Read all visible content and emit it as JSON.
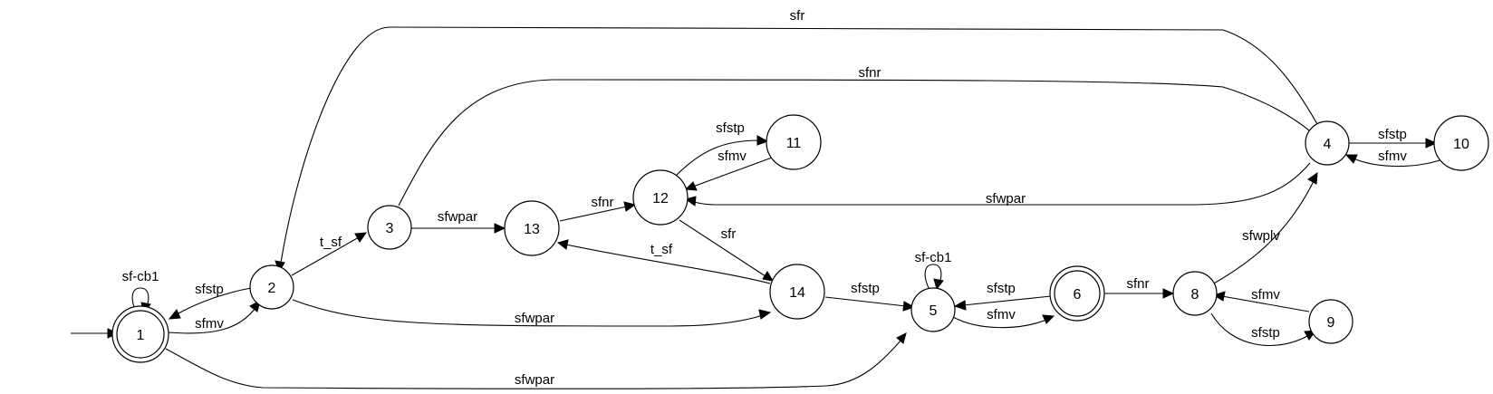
{
  "nodes": {
    "n1": "1",
    "n2": "2",
    "n3": "3",
    "n4": "4",
    "n5": "5",
    "n6": "6",
    "n8": "8",
    "n9": "9",
    "n10": "10",
    "n11": "11",
    "n12": "12",
    "n13": "13",
    "n14": "14"
  },
  "edges": {
    "e1_self": "sf-cb1",
    "e1_2": "sfmv",
    "e2_1": "sfstp",
    "e1_5": "sfwpar",
    "e2_3": "t_sf",
    "e2_14": "sfwpar",
    "e3_13": "sfwpar",
    "e3_4": "sfnr",
    "e4_2": "sfr",
    "e4_10": "sfstp",
    "e10_4": "sfmv",
    "e4_12": "sfwpar",
    "e13_12": "sfnr",
    "e12_11": "sfstp",
    "e11_12": "sfmv",
    "e12_14": "sfr",
    "e14_13": "t_sf",
    "e14_5": "sfstp",
    "e5_self": "sf-cb1",
    "e5_6": "sfmv",
    "e6_5": "sfstp",
    "e6_8": "sfnr",
    "e8_4": "sfwplv",
    "e8_9": "sfstp",
    "e9_8": "sfmv"
  }
}
